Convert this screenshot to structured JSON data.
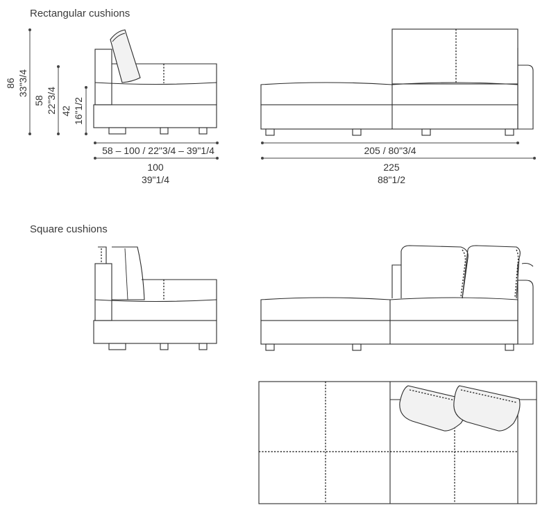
{
  "headings": {
    "rectangular": "Rectangular cushions",
    "square": "Square cushions"
  },
  "dimensions": {
    "height_total_cm": "86",
    "height_total_in": "33\"3/4",
    "seat_height_cm": "58",
    "seat_height_in": "22\"3/4",
    "armrest_height_cm": "42",
    "armrest_height_in": "16\"1/2",
    "depth_range": "58 – 100 / 22\"3/4 – 39\"1/4",
    "depth_cm": "100",
    "depth_in": "39\"1/4",
    "inner_width": "205 / 80\"3/4",
    "width_cm": "225",
    "width_in": "88\"1/2"
  }
}
